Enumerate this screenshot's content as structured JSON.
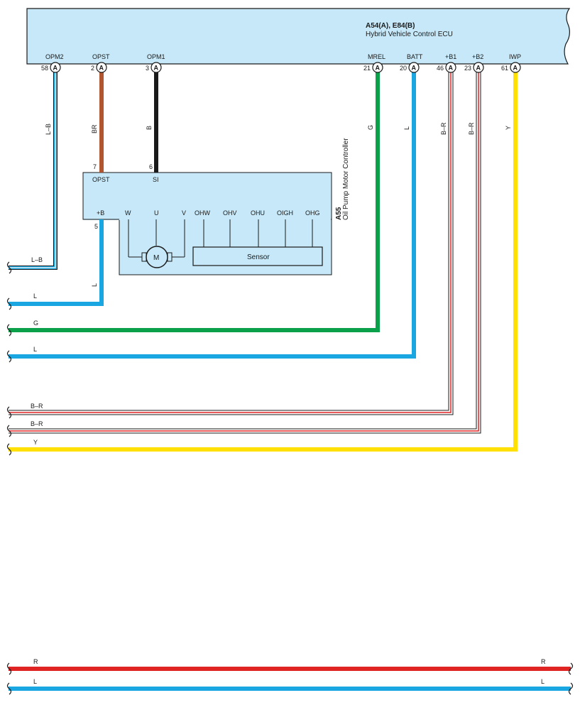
{
  "ecu": {
    "code": "A54(A), E84(B)",
    "name": "Hybrid Vehicle Control ECU",
    "connector_letter": "A",
    "pins": [
      {
        "name": "OPM2",
        "num": "58"
      },
      {
        "name": "OPST",
        "num": "2"
      },
      {
        "name": "OPM1",
        "num": "3"
      },
      {
        "name": "MREL",
        "num": "21"
      },
      {
        "name": "BATT",
        "num": "20"
      },
      {
        "name": "+B1",
        "num": "46"
      },
      {
        "name": "+B2",
        "num": "23"
      },
      {
        "name": "IWP",
        "num": "61"
      }
    ]
  },
  "controller": {
    "code": "A55",
    "name": "Oil Pump Motor Controller",
    "top_pins": [
      {
        "name": "OPST",
        "num": "7"
      },
      {
        "name": "SI",
        "num": "6"
      }
    ],
    "bottom_pins": [
      "+B",
      "W",
      "U",
      "V",
      "OHW",
      "OHV",
      "OHU",
      "OIGH",
      "OHG"
    ],
    "bottom_pin_num": "5",
    "motor_label": "M",
    "sensor_label": "Sensor"
  },
  "wires": {
    "opm2": "L–B",
    "opst": "BR",
    "opm1": "B",
    "mrel": "G",
    "batt": "L",
    "b1": "B–R",
    "b2": "B–R",
    "iwp": "Y",
    "plus_b": "L"
  },
  "left_labels": [
    "L–B",
    "L",
    "G",
    "L",
    "B–R",
    "B–R",
    "Y"
  ],
  "bottom_bus": {
    "red_left": "R",
    "red_right": "R",
    "blue_left": "L",
    "blue_right": "L"
  },
  "colors": {
    "ecu_fill": "#c6e8f8",
    "light_blue_wire": "#1aa6e0",
    "green_wire": "#0aa14a",
    "brown_wire": "#b0552f",
    "black_wire": "#1a1a1a",
    "yellow_wire": "#ffe000",
    "red_wire": "#e02424",
    "b_r_stripe": "#e02424"
  }
}
